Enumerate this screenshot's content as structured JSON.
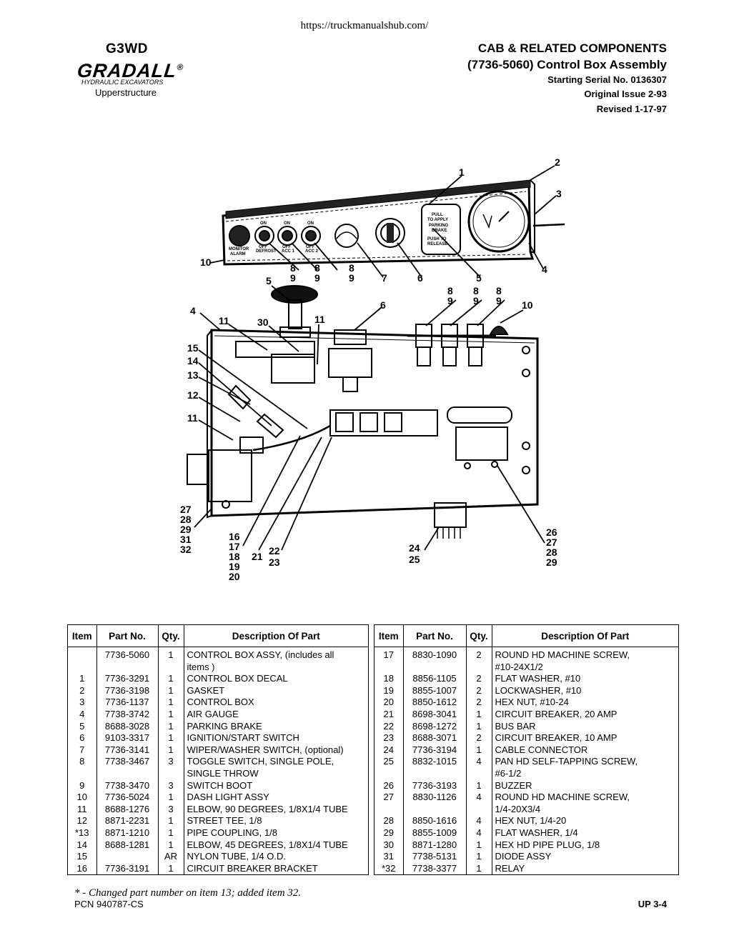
{
  "url": "https://truckmanualshub.com/",
  "header": {
    "model": "G3WD",
    "brand": "GRADALL",
    "brand_mark": "®",
    "brand_sub": "HYDRAULIC EXCAVATORS",
    "section": "Upperstructure",
    "title": "CAB & RELATED COMPONENTS",
    "subtitle": "(7736-5060) Control Box Assembly",
    "serial": "Starting Serial No. 0136307",
    "issue": "Original Issue 2-93",
    "revised": "Revised 1-17-97"
  },
  "drawing": {
    "callouts": [
      "1",
      "2",
      "3",
      "4",
      "5",
      "6",
      "7",
      "8",
      "9",
      "10",
      "11",
      "12",
      "13",
      "14",
      "15",
      "16",
      "17",
      "18",
      "19",
      "20",
      "21",
      "22",
      "23",
      "24",
      "25",
      "26",
      "27",
      "28",
      "29",
      "30",
      "31",
      "32"
    ],
    "panel_text": {
      "pull": "PULL",
      "to_apply": "TO APPLY",
      "parking": "PARKING",
      "brake": "BRAKE",
      "push_to": "PUSH TO",
      "release": "RELEASE",
      "monitor": "MONITOR",
      "alarm": "ALARM",
      "defrost": "DEFROST",
      "acc1": "ACC 1",
      "acc2": "ACC 2",
      "on": "ON",
      "off": "OFF"
    }
  },
  "table": {
    "headers": {
      "item": "Item",
      "part": "Part No.",
      "qty": "Qty.",
      "desc": "Description Of Part"
    },
    "left": [
      {
        "item": "",
        "part": "7736-5060",
        "qty": "1",
        "desc": "CONTROL BOX ASSY, (includes all",
        "desc2": "items )"
      },
      {
        "item": "1",
        "part": "7736-3291",
        "qty": "1",
        "desc": "CONTROL BOX DECAL"
      },
      {
        "item": "2",
        "part": "7736-3198",
        "qty": "1",
        "desc": "GASKET"
      },
      {
        "item": "3",
        "part": "7736-1137",
        "qty": "1",
        "desc": "CONTROL BOX"
      },
      {
        "item": "4",
        "part": "7738-3742",
        "qty": "1",
        "desc": "AIR GAUGE"
      },
      {
        "item": "5",
        "part": "8688-3028",
        "qty": "1",
        "desc": "PARKING BRAKE"
      },
      {
        "item": "6",
        "part": "9103-3317",
        "qty": "1",
        "desc": "IGNITION/START SWITCH"
      },
      {
        "item": "7",
        "part": "7736-3141",
        "qty": "1",
        "desc": "WIPER/WASHER SWITCH, (optional)"
      },
      {
        "item": "8",
        "part": "7738-3467",
        "qty": "3",
        "desc": "TOGGLE SWITCH, SINGLE POLE,",
        "desc2": "SINGLE THROW"
      },
      {
        "item": "9",
        "part": "7738-3470",
        "qty": "3",
        "desc": "SWITCH BOOT"
      },
      {
        "item": "10",
        "part": "7736-5024",
        "qty": "1",
        "desc": "DASH LIGHT ASSY"
      },
      {
        "item": "11",
        "part": "8688-1276",
        "qty": "3",
        "desc": "ELBOW, 90 DEGREES, 1/8X1/4 TUBE"
      },
      {
        "item": "12",
        "part": "8871-2231",
        "qty": "1",
        "desc": "STREET TEE, 1/8"
      },
      {
        "item": "*13",
        "part": "8871-1210",
        "qty": "1",
        "desc": "PIPE COUPLING, 1/8"
      },
      {
        "item": "14",
        "part": "8688-1281",
        "qty": "1",
        "desc": "ELBOW, 45 DEGREES, 1/8X1/4 TUBE"
      },
      {
        "item": "15",
        "part": "",
        "qty": "AR",
        "desc": "NYLON TUBE, 1/4 O.D."
      },
      {
        "item": "16",
        "part": "7736-3191",
        "qty": "1",
        "desc": "CIRCUIT BREAKER BRACKET"
      }
    ],
    "right": [
      {
        "item": "17",
        "part": "8830-1090",
        "qty": "2",
        "desc": "ROUND HD MACHINE SCREW,",
        "desc2": "#10-24X1/2"
      },
      {
        "item": "18",
        "part": "8856-1105",
        "qty": "2",
        "desc": "FLAT WASHER, #10"
      },
      {
        "item": "19",
        "part": "8855-1007",
        "qty": "2",
        "desc": "LOCKWASHER, #10"
      },
      {
        "item": "20",
        "part": "8850-1612",
        "qty": "2",
        "desc": "HEX NUT, #10-24"
      },
      {
        "item": "21",
        "part": "8698-3041",
        "qty": "1",
        "desc": "CIRCUIT BREAKER, 20 AMP"
      },
      {
        "item": "22",
        "part": "8698-1272",
        "qty": "1",
        "desc": "BUS BAR"
      },
      {
        "item": "23",
        "part": "8688-3071",
        "qty": "2",
        "desc": "CIRCUIT BREAKER, 10 AMP"
      },
      {
        "item": "24",
        "part": "7736-3194",
        "qty": "1",
        "desc": "CABLE CONNECTOR"
      },
      {
        "item": "25",
        "part": "8832-1015",
        "qty": "4",
        "desc": "PAN HD SELF-TAPPING SCREW,",
        "desc2": "#6-1/2"
      },
      {
        "item": "26",
        "part": "7736-3193",
        "qty": "1",
        "desc": "BUZZER"
      },
      {
        "item": "27",
        "part": "8830-1126",
        "qty": "4",
        "desc": "ROUND HD MACHINE SCREW,",
        "desc2": "1/4-20X3/4"
      },
      {
        "item": "28",
        "part": "8850-1616",
        "qty": "4",
        "desc": "HEX NUT, 1/4-20"
      },
      {
        "item": "29",
        "part": "8855-1009",
        "qty": "4",
        "desc": "FLAT WASHER, 1/4"
      },
      {
        "item": "30",
        "part": "8871-1280",
        "qty": "1",
        "desc": "HEX HD PIPE PLUG, 1/8"
      },
      {
        "item": "31",
        "part": "7738-5131",
        "qty": "1",
        "desc": "DIODE ASSY"
      },
      {
        "item": "*32",
        "part": "7738-3377",
        "qty": "1",
        "desc": "RELAY"
      }
    ]
  },
  "footer": {
    "note": "* - Changed part number on item 13; added item 32.",
    "pcn": "PCN 940787-CS",
    "page": "UP 3-4"
  }
}
